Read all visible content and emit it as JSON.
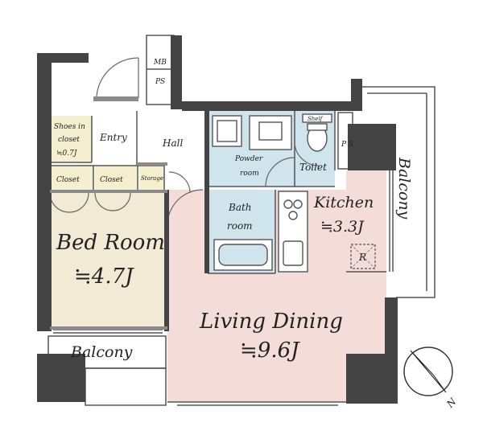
{
  "rooms": {
    "mb": "MB",
    "ps": "PS",
    "ps_kitchen": "P S",
    "shoes_closet": [
      "Shoes in",
      "closet",
      "≒0.7J"
    ],
    "entry": "Entry",
    "hall": "Hall",
    "powder_room": [
      "Powder",
      "room"
    ],
    "shelf": "Shelf",
    "toilet": "Toilet",
    "closet_1": "Closet",
    "closet_2": "Closet",
    "storage": "Storage",
    "bath_room": [
      "Bath",
      "room"
    ],
    "kitchen_name": "Kitchen",
    "kitchen_size": "≒3.3J",
    "refrigerator_mark": "R",
    "bed_room_name": "Bed Room",
    "bed_room_size": "≒4.7J",
    "living_dining_name": "Living Dining",
    "living_dining_size": "≒9.6J",
    "balcony_bottom": "Balcony",
    "balcony_right": "Balcony",
    "compass_label": "N"
  },
  "colors": {
    "bed_room": "#f3ead6",
    "living": "#f4dcd9",
    "wet_area": "#cfe4ec",
    "closet": "#f6efcf",
    "wall": "#444444"
  }
}
